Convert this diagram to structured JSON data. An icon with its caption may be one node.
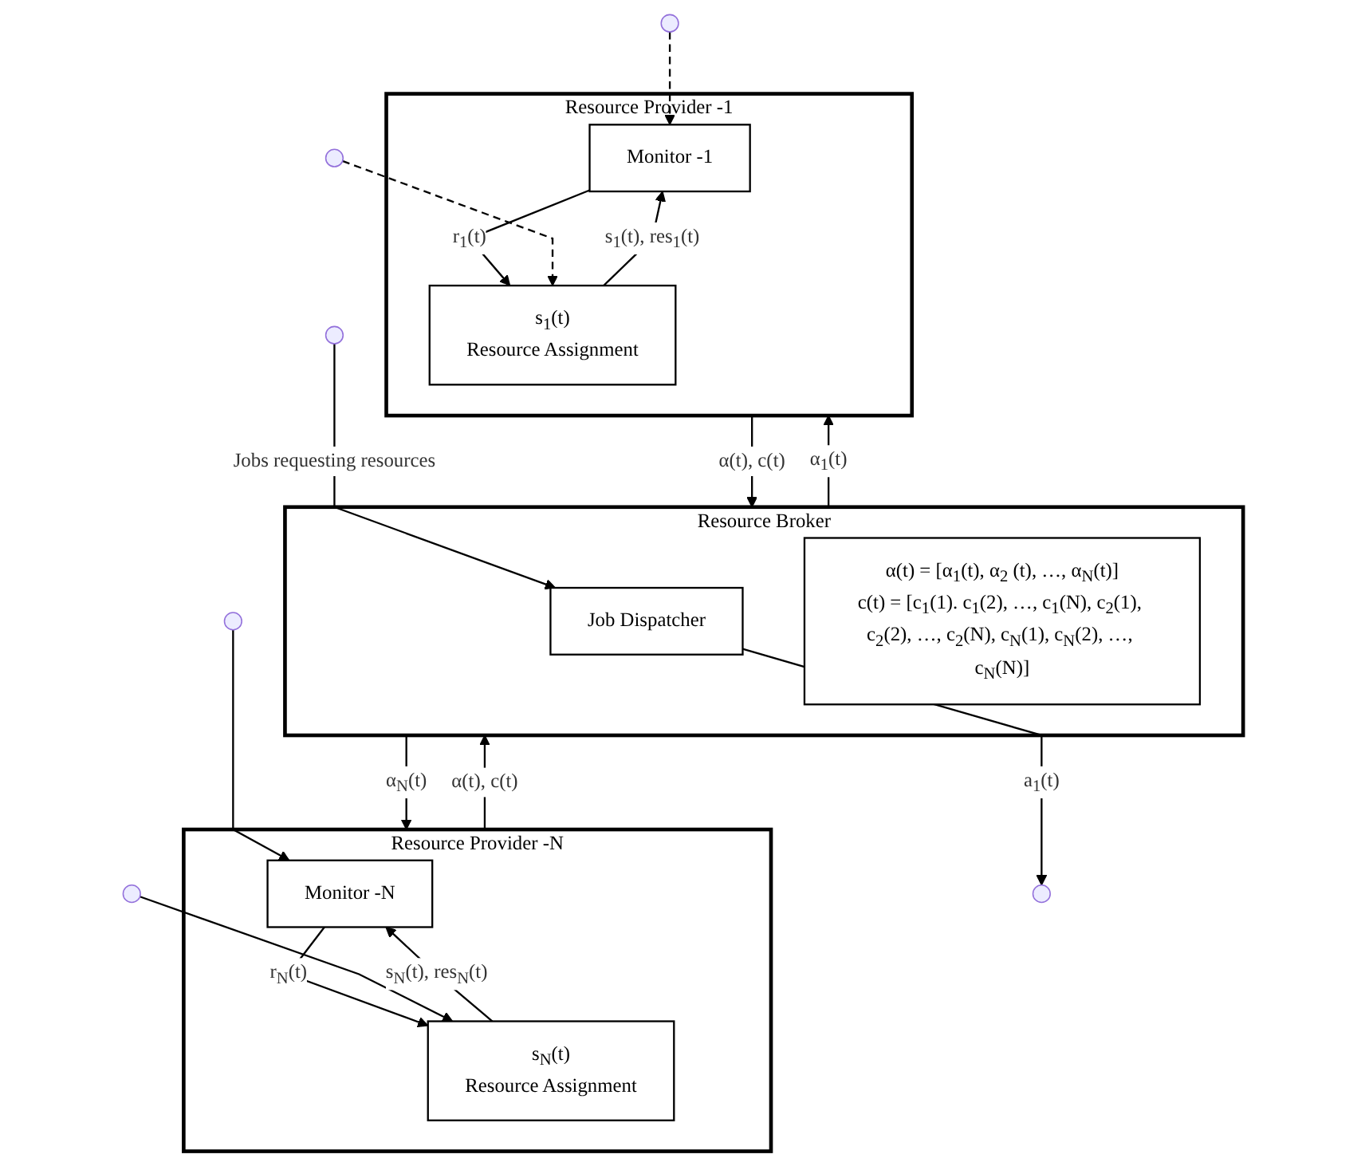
{
  "diagram": {
    "nodes": [
      {
        "text": [
          "Resource Provider -1"
        ]
      },
      {
        "text": [
          "Monitor -1"
        ],
        "in": 0
      },
      {
        "text": [
          "s$_{1}$(t)",
          "Resource Assignment"
        ],
        "in": 0
      },
      {
        "text": [
          "Resource Provider -N"
        ]
      },
      {
        "text": [
          "Monitor -N"
        ],
        "in": 3
      },
      {
        "text": [
          "s$_{N}$(t)",
          "Resource Assignment"
        ],
        "in": 3
      },
      {
        "text": [
          "Resource Broker"
        ]
      },
      {
        "text": [
          "Job Dispatcher"
        ],
        "in": 6
      },
      {
        "text": [
          "α(t) = [α$_{1}$(t), α$_{2}$ (t), …, α$_{N}$(t)]",
          "c(t) = [c$_{1}$(1). c$_{1}$(2), …, c$_{1}$(N), c$_{2}$(1), c$_{2}$(2), …, c$_{2}$(N), c$_{N}$(1), c$_{N}$(2), …, c$_{N}$(N)]"
        ],
        "in": 6
      }
    ],
    "edges": [
      {
        "from": 1,
        "to": 2,
        "arrow": "to",
        "label": "r$_{1}$(t)"
      },
      {
        "from": 2,
        "to": 1,
        "arrow": "to",
        "label": "s$_{1}$(t), res$_{1}$(t)"
      },
      {
        "from": null,
        "to": 1,
        "arrow": "to",
        "style": "dashed"
      },
      {
        "from": null,
        "to": 2,
        "arrow": "to",
        "style": "dashed"
      },
      {
        "from": 4,
        "to": 5,
        "arrow": "to",
        "label": "r$_{N}$(t)"
      },
      {
        "from": 5,
        "to": 4,
        "arrow": "to",
        "label": "s$_{N}$(t), res$_{N}$(t)"
      },
      {
        "from": null,
        "to": 4,
        "arrow": "to"
      },
      {
        "from": null,
        "to": 5,
        "arrow": "to"
      },
      {
        "from": 0,
        "to": 6,
        "arrow": "to",
        "label": "α(t), c(t)"
      },
      {
        "from": 6,
        "to": 0,
        "arrow": "to",
        "label": "α$_{1}$(t)"
      },
      {
        "from": 3,
        "to": 6,
        "arrow": "to",
        "label": "α(t), c(t)"
      },
      {
        "from": 6,
        "to": 3,
        "arrow": "to",
        "label": "α$_{N}$(t)"
      },
      {
        "from": null,
        "to": 7,
        "arrow": "to",
        "label": "Jobs requesting resources"
      },
      {
        "from": 7,
        "to": null,
        "arrow": "to",
        "label": "a$_{1}$(t)"
      }
    ]
  }
}
